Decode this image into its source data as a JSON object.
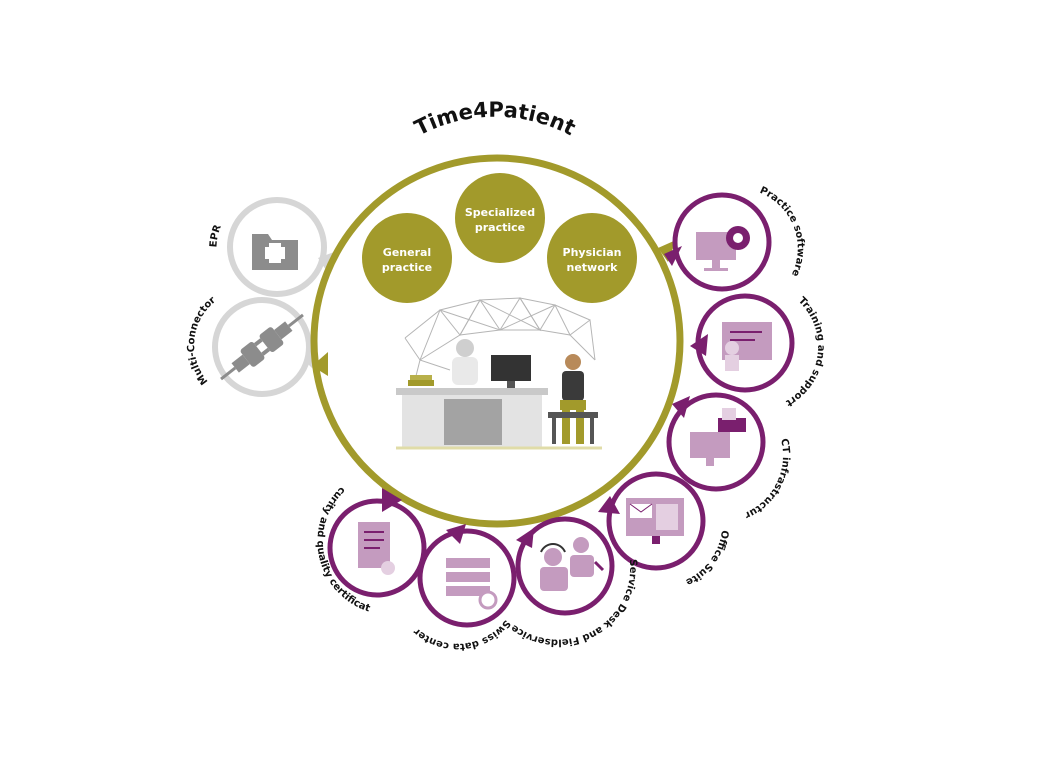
{
  "title": "Time4Patient",
  "center": {
    "circles": [
      {
        "id": "general",
        "line1": "General",
        "line2": "practice"
      },
      {
        "id": "specialized",
        "line1": "Specialized",
        "line2": "practice"
      },
      {
        "id": "physician",
        "line1": "Physician",
        "line2": "network"
      }
    ]
  },
  "services": {
    "epr": "EPR",
    "multi_connector": "Multi-Connector",
    "practice_software": "Practice software",
    "training": "Training and support",
    "ict": "ICT infrastructure",
    "office": "Office Suite",
    "service_desk": "Service Desk and Fieldservice",
    "data_centers": "Swiss data centers",
    "security": "Security and quality certification"
  },
  "colors": {
    "olive": "#a29a2b",
    "purple": "#7a1f6e",
    "gray_ring": "#d4d4d4",
    "icon_purple": "#c49bbf",
    "icon_gray": "#8a8a8a"
  }
}
